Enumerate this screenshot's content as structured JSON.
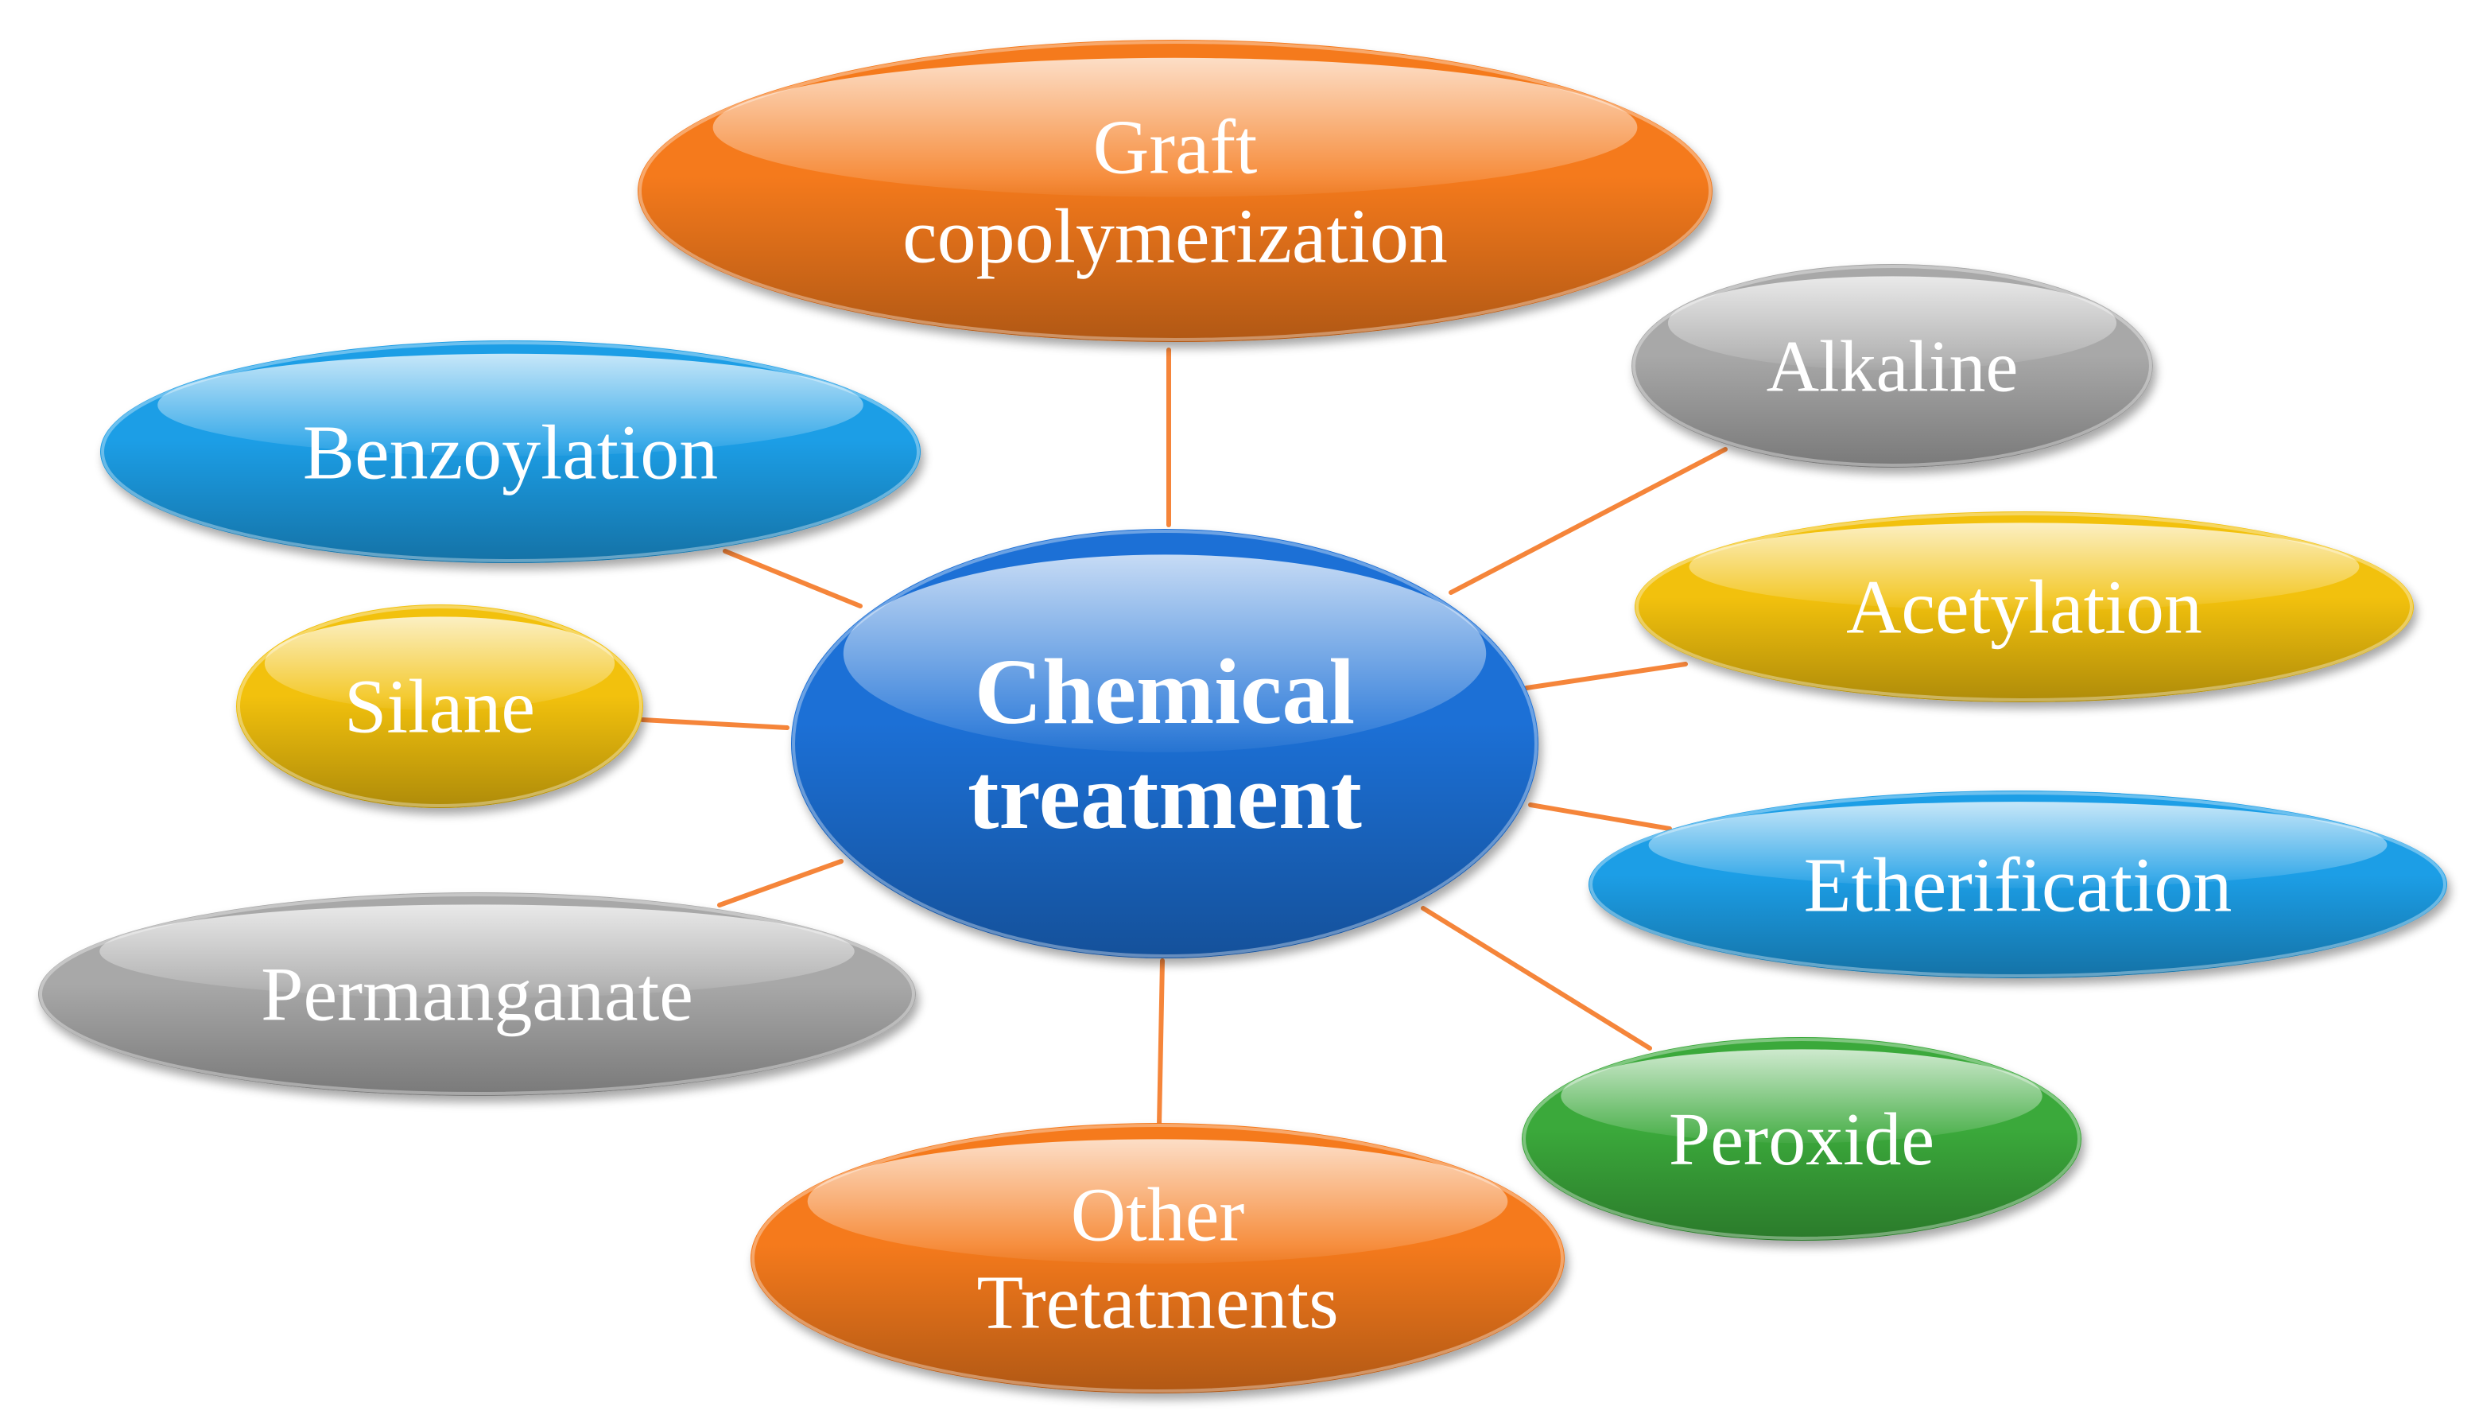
{
  "center": {
    "lines": [
      "Chemical",
      "treatment"
    ],
    "color": "#1f6fd6"
  },
  "connector_color": "#f5853a",
  "nodes": [
    {
      "id": "graft-copolymerization",
      "lines": [
        "Graft",
        "copolymerization"
      ],
      "color": "#f57a1f"
    },
    {
      "id": "alkaline",
      "lines": [
        "Alkaline"
      ],
      "color": "#a8a8a8"
    },
    {
      "id": "acetylation",
      "lines": [
        "Acetylation"
      ],
      "color": "#f2c10a"
    },
    {
      "id": "etherification",
      "lines": [
        "Etherification"
      ],
      "color": "#1f9ee6"
    },
    {
      "id": "peroxide",
      "lines": [
        "Peroxide"
      ],
      "color": "#3aa93a"
    },
    {
      "id": "other-tretatments",
      "lines": [
        "Other",
        "Tretatments"
      ],
      "color": "#f57a1f"
    },
    {
      "id": "permanganate",
      "lines": [
        "Permanganate"
      ],
      "color": "#a8a8a8"
    },
    {
      "id": "silane",
      "lines": [
        "Silane"
      ],
      "color": "#f2c10a"
    },
    {
      "id": "benzoylation",
      "lines": [
        "Benzoylation"
      ],
      "color": "#1f9ee6"
    }
  ]
}
